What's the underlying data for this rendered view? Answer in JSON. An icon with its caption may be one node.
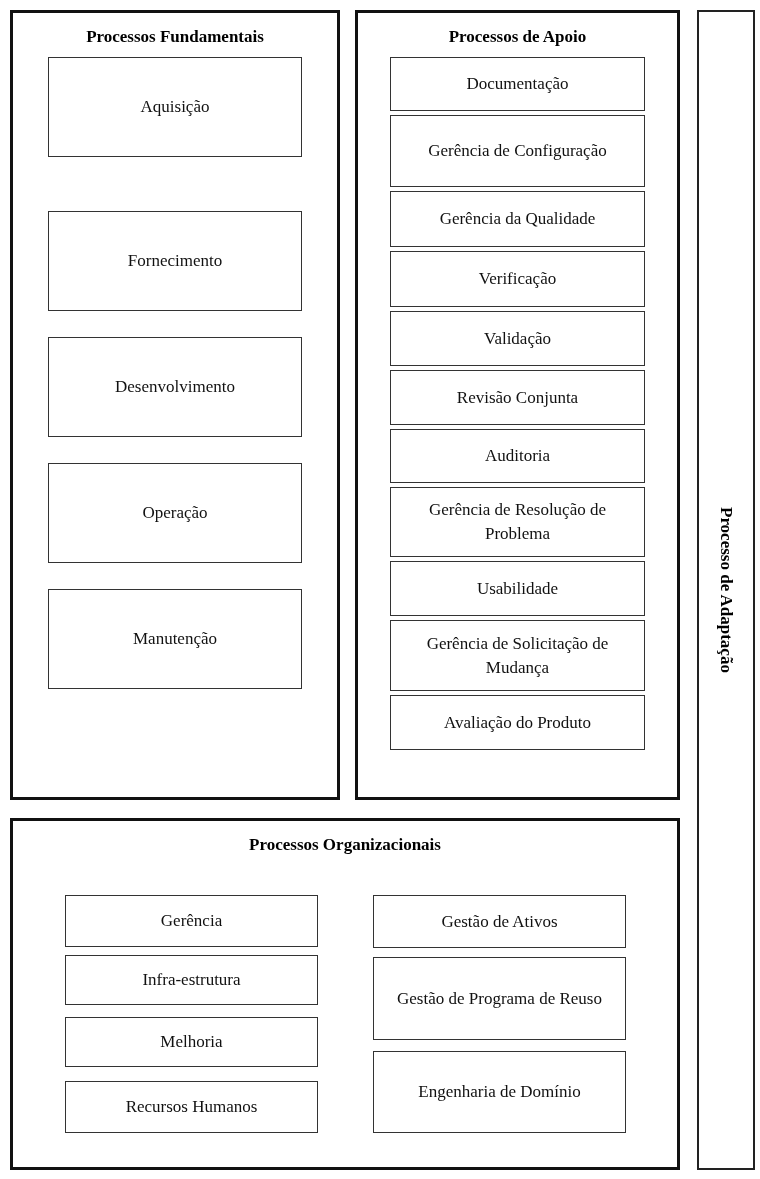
{
  "diagram": {
    "nodes": [
      {
        "text": [
          "Processos Fundamentais"
        ]
      },
      {
        "text": [
          "Aquisição"
        ],
        "in": 0
      },
      {
        "text": [
          "Fornecimento"
        ],
        "in": 0
      },
      {
        "text": [
          "Desenvolvimento"
        ],
        "in": 0
      },
      {
        "text": [
          "Operação"
        ],
        "in": 0
      },
      {
        "text": [
          "Manutenção"
        ],
        "in": 0
      },
      {
        "text": [
          "Processos de Apoio"
        ]
      },
      {
        "text": [
          "Documentação"
        ],
        "in": 6
      },
      {
        "text": [
          "Gerência de Configuração"
        ],
        "in": 6
      },
      {
        "text": [
          "Gerência da Qualidade"
        ],
        "in": 6
      },
      {
        "text": [
          "Verificação"
        ],
        "in": 6
      },
      {
        "text": [
          "Validação"
        ],
        "in": 6
      },
      {
        "text": [
          "Revisão Conjunta"
        ],
        "in": 6
      },
      {
        "text": [
          "Auditoria"
        ],
        "in": 6
      },
      {
        "text": [
          "Gerência de Resolução de Problema"
        ],
        "in": 6
      },
      {
        "text": [
          "Usabilidade"
        ],
        "in": 6
      },
      {
        "text": [
          "Gerência de Solicitação de Mudança"
        ],
        "in": 6
      },
      {
        "text": [
          "Avaliação do Produto"
        ],
        "in": 6
      },
      {
        "text": [
          "Processo de Adaptação"
        ]
      },
      {
        "text": [
          "Processos Organizacionais"
        ]
      },
      {
        "text": [
          "Gerência"
        ],
        "in": 19
      },
      {
        "text": [
          "Infra-estrutura"
        ],
        "in": 19
      },
      {
        "text": [
          "Melhoria"
        ],
        "in": 19
      },
      {
        "text": [
          "Recursos Humanos"
        ],
        "in": 19
      },
      {
        "text": [
          "Gestão de Ativos"
        ],
        "in": 19
      },
      {
        "text": [
          "Gestão de Programa de Reuso"
        ],
        "in": 19
      },
      {
        "text": [
          "Engenharia de Domínio"
        ],
        "in": 19
      }
    ],
    "edges": []
  }
}
